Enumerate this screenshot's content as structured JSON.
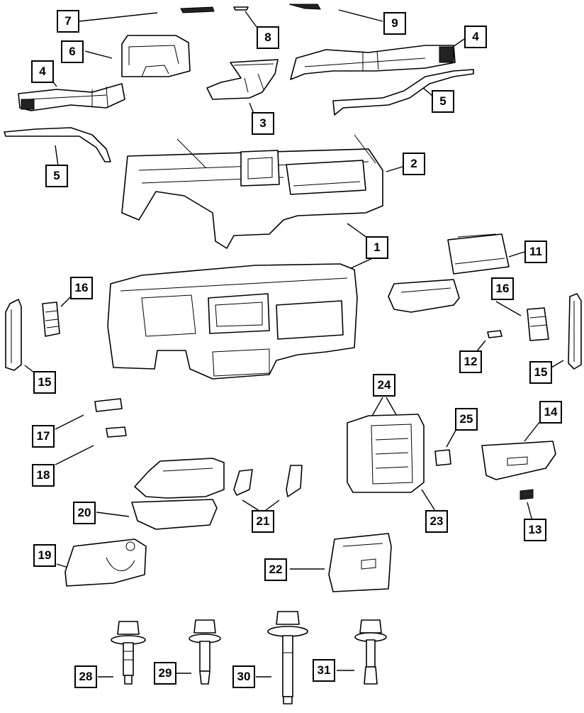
{
  "diagram": {
    "callouts": {
      "c1": "1",
      "c2": "2",
      "c3": "3",
      "c4a": "4",
      "c4b": "4",
      "c5a": "5",
      "c5b": "5",
      "c6": "6",
      "c7": "7",
      "c8": "8",
      "c9": "9",
      "c11": "11",
      "c12": "12",
      "c13": "13",
      "c14": "14",
      "c15a": "15",
      "c15b": "15",
      "c16a": "16",
      "c16b": "16",
      "c17": "17",
      "c18": "18",
      "c19": "19",
      "c20": "20",
      "c21": "21",
      "c22": "22",
      "c23": "23",
      "c24": "24",
      "c25": "25",
      "c28": "28",
      "c29": "29",
      "c30": "30",
      "c31": "31"
    }
  }
}
